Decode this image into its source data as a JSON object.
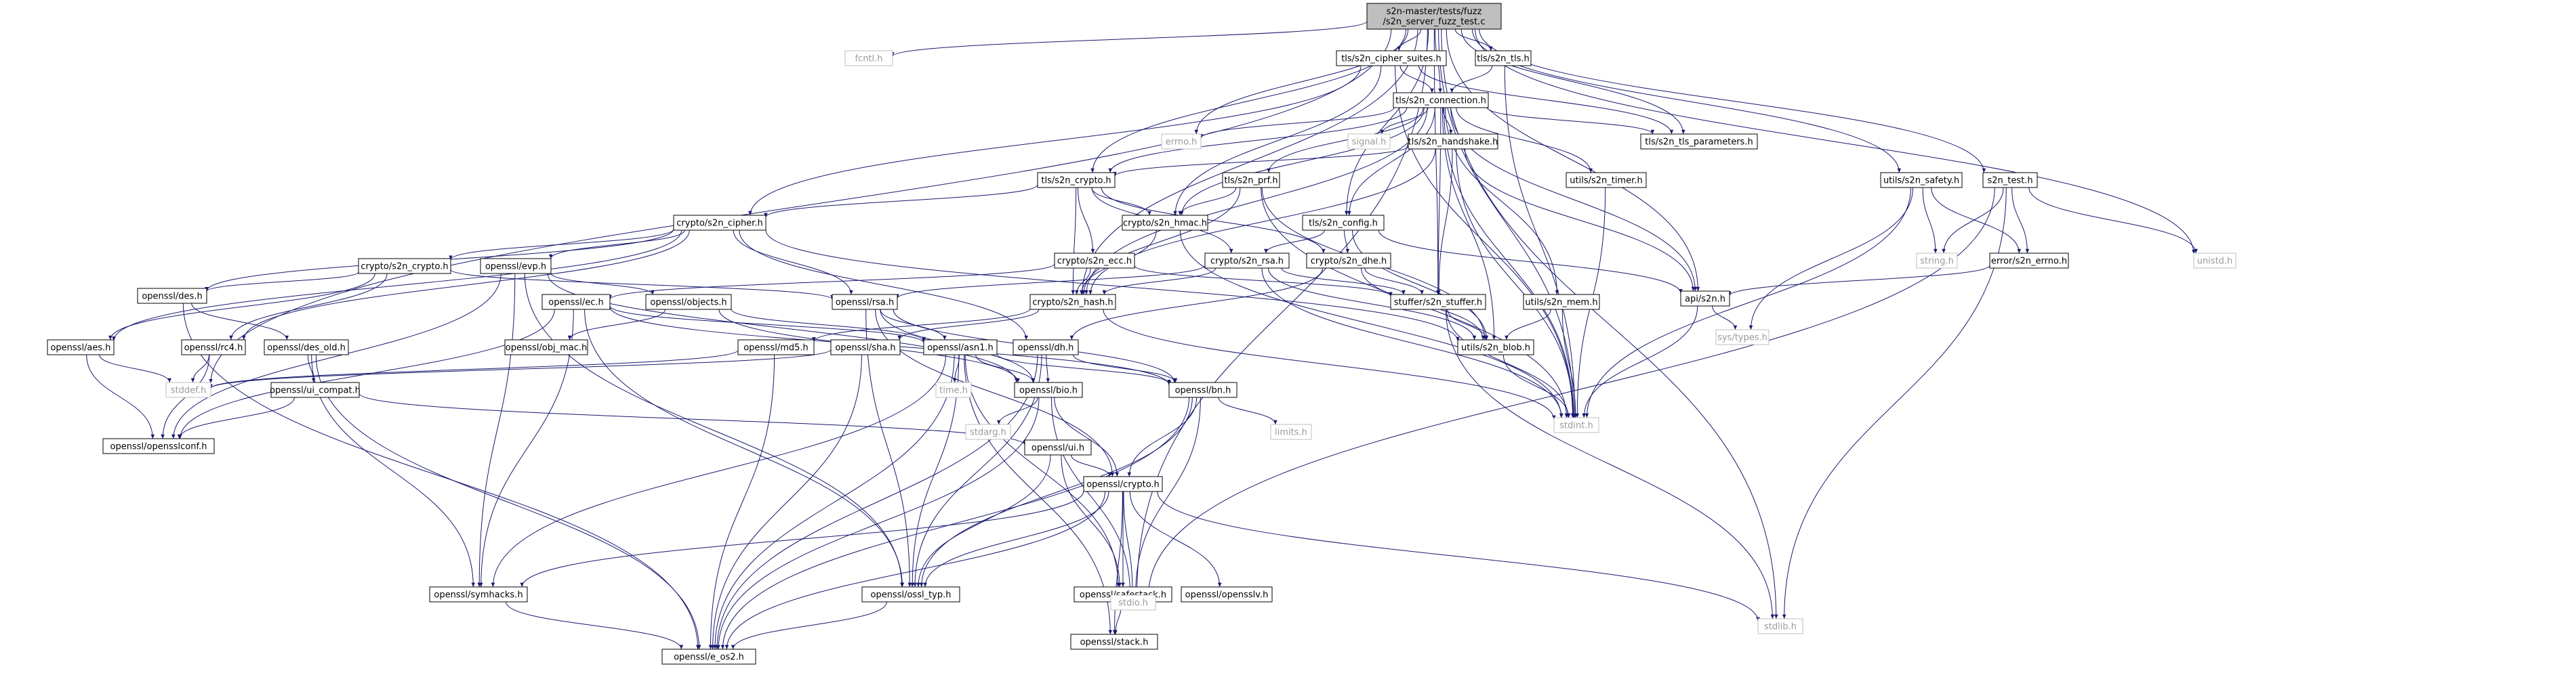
{
  "colors": {
    "edge": "#191970",
    "node_border": "#000000",
    "node_fill": "#ffffff",
    "root_fill": "#bfbfbf",
    "system_border": "#bfbfbf",
    "system_text": "#9a9a9a"
  },
  "nodes": [
    {
      "id": "root",
      "label": "s2n-master/tests/fuzz\n/s2n_server_fuzz_test.c",
      "kind": "root"
    },
    {
      "id": "fcntl",
      "label": "fcntl.h",
      "kind": "system"
    },
    {
      "id": "cipher_suites",
      "label": "tls/s2n_cipher_suites.h",
      "kind": "file"
    },
    {
      "id": "tls_h",
      "label": "tls/s2n_tls.h",
      "kind": "file"
    },
    {
      "id": "connection",
      "label": "tls/s2n_connection.h",
      "kind": "file"
    },
    {
      "id": "errno",
      "label": "errno.h",
      "kind": "system"
    },
    {
      "id": "signal",
      "label": "signal.h",
      "kind": "system"
    },
    {
      "id": "handshake",
      "label": "tls/s2n_handshake.h",
      "kind": "file"
    },
    {
      "id": "tls_params",
      "label": "tls/s2n_tls_parameters.h",
      "kind": "file"
    },
    {
      "id": "tls_crypto",
      "label": "tls/s2n_crypto.h",
      "kind": "file"
    },
    {
      "id": "prf",
      "label": "tls/s2n_prf.h",
      "kind": "file"
    },
    {
      "id": "timer",
      "label": "utils/s2n_timer.h",
      "kind": "file"
    },
    {
      "id": "safety",
      "label": "utils/s2n_safety.h",
      "kind": "file"
    },
    {
      "id": "s2n_test",
      "label": "s2n_test.h",
      "kind": "file"
    },
    {
      "id": "crypto_cipher",
      "label": "crypto/s2n_cipher.h",
      "kind": "file"
    },
    {
      "id": "hmac",
      "label": "crypto/s2n_hmac.h",
      "kind": "file"
    },
    {
      "id": "config",
      "label": "tls/s2n_config.h",
      "kind": "file"
    },
    {
      "id": "string",
      "label": "string.h",
      "kind": "system"
    },
    {
      "id": "error_errno",
      "label": "error/s2n_errno.h",
      "kind": "file"
    },
    {
      "id": "unistd",
      "label": "unistd.h",
      "kind": "system"
    },
    {
      "id": "crypto_crypto",
      "label": "crypto/s2n_crypto.h",
      "kind": "file"
    },
    {
      "id": "evp",
      "label": "openssl/evp.h",
      "kind": "file"
    },
    {
      "id": "ecc",
      "label": "crypto/s2n_ecc.h",
      "kind": "file"
    },
    {
      "id": "crypto_rsa",
      "label": "crypto/s2n_rsa.h",
      "kind": "file"
    },
    {
      "id": "crypto_dhe",
      "label": "crypto/s2n_dhe.h",
      "kind": "file"
    },
    {
      "id": "api_s2n",
      "label": "api/s2n.h",
      "kind": "file"
    },
    {
      "id": "des",
      "label": "openssl/des.h",
      "kind": "file"
    },
    {
      "id": "objects",
      "label": "openssl/objects.h",
      "kind": "file"
    },
    {
      "id": "ec",
      "label": "openssl/ec.h",
      "kind": "file"
    },
    {
      "id": "ossl_rsa",
      "label": "openssl/rsa.h",
      "kind": "file"
    },
    {
      "id": "hash",
      "label": "crypto/s2n_hash.h",
      "kind": "file"
    },
    {
      "id": "stuffer",
      "label": "stuffer/s2n_stuffer.h",
      "kind": "file"
    },
    {
      "id": "mem",
      "label": "utils/s2n_mem.h",
      "kind": "file"
    },
    {
      "id": "systypes",
      "label": "sys/types.h",
      "kind": "system"
    },
    {
      "id": "aes",
      "label": "openssl/aes.h",
      "kind": "file"
    },
    {
      "id": "des_old",
      "label": "openssl/des_old.h",
      "kind": "file"
    },
    {
      "id": "rc4",
      "label": "openssl/rc4.h",
      "kind": "file"
    },
    {
      "id": "obj_mac",
      "label": "openssl/obj_mac.h",
      "kind": "file"
    },
    {
      "id": "md5",
      "label": "openssl/md5.h",
      "kind": "file"
    },
    {
      "id": "sha",
      "label": "openssl/sha.h",
      "kind": "file"
    },
    {
      "id": "asn1",
      "label": "openssl/asn1.h",
      "kind": "file"
    },
    {
      "id": "dh",
      "label": "openssl/dh.h",
      "kind": "file"
    },
    {
      "id": "blob",
      "label": "utils/s2n_blob.h",
      "kind": "file"
    },
    {
      "id": "stddef",
      "label": "stddef.h",
      "kind": "system"
    },
    {
      "id": "ui_compat",
      "label": "openssl/ui_compat.h",
      "kind": "file"
    },
    {
      "id": "time",
      "label": "time.h",
      "kind": "system"
    },
    {
      "id": "bio",
      "label": "openssl/bio.h",
      "kind": "file"
    },
    {
      "id": "bn",
      "label": "openssl/bn.h",
      "kind": "file"
    },
    {
      "id": "stdint",
      "label": "stdint.h",
      "kind": "system"
    },
    {
      "id": "opensslconf",
      "label": "openssl/opensslconf.h",
      "kind": "file"
    },
    {
      "id": "stdarg",
      "label": "stdarg.h",
      "kind": "system"
    },
    {
      "id": "ui",
      "label": "openssl/ui.h",
      "kind": "file"
    },
    {
      "id": "limits",
      "label": "limits.h",
      "kind": "system"
    },
    {
      "id": "ossl_crypto",
      "label": "openssl/crypto.h",
      "kind": "file"
    },
    {
      "id": "symhacks",
      "label": "openssl/symhacks.h",
      "kind": "file"
    },
    {
      "id": "ossl_typ",
      "label": "openssl/ossl_typ.h",
      "kind": "file"
    },
    {
      "id": "safestack",
      "label": "openssl/safestack.h",
      "kind": "file"
    },
    {
      "id": "opensslv",
      "label": "openssl/opensslv.h",
      "kind": "file"
    },
    {
      "id": "stdio",
      "label": "stdio.h",
      "kind": "system"
    },
    {
      "id": "stdlib",
      "label": "stdlib.h",
      "kind": "system"
    },
    {
      "id": "e_os2",
      "label": "openssl/e_os2.h",
      "kind": "file"
    },
    {
      "id": "stack",
      "label": "openssl/stack.h",
      "kind": "file"
    }
  ],
  "edges": [
    [
      "root",
      "fcntl"
    ],
    [
      "root",
      "cipher_suites"
    ],
    [
      "root",
      "tls_h"
    ],
    [
      "root",
      "connection"
    ],
    [
      "root",
      "errno"
    ],
    [
      "root",
      "tls_params"
    ],
    [
      "root",
      "tls_crypto"
    ],
    [
      "root",
      "safety"
    ],
    [
      "root",
      "s2n_test"
    ],
    [
      "root",
      "config"
    ],
    [
      "root",
      "api_s2n"
    ],
    [
      "root",
      "hash"
    ],
    [
      "root",
      "stuffer"
    ],
    [
      "root",
      "unistd"
    ],
    [
      "root",
      "stdint"
    ],
    [
      "root",
      "stddef"
    ],
    [
      "root",
      "stdio"
    ],
    [
      "root",
      "stdlib"
    ],
    [
      "cipher_suites",
      "connection"
    ],
    [
      "cipher_suites",
      "tls_params"
    ],
    [
      "cipher_suites",
      "crypto_cipher"
    ],
    [
      "cipher_suites",
      "hmac"
    ],
    [
      "cipher_suites",
      "stdint"
    ],
    [
      "tls_h",
      "connection"
    ],
    [
      "tls_h",
      "stdint"
    ],
    [
      "connection",
      "errno"
    ],
    [
      "connection",
      "signal"
    ],
    [
      "connection",
      "handshake"
    ],
    [
      "connection",
      "tls_params"
    ],
    [
      "connection",
      "tls_crypto"
    ],
    [
      "connection",
      "prf"
    ],
    [
      "connection",
      "timer"
    ],
    [
      "connection",
      "hmac"
    ],
    [
      "connection",
      "config"
    ],
    [
      "connection",
      "hash"
    ],
    [
      "connection",
      "stuffer"
    ],
    [
      "connection",
      "mem"
    ],
    [
      "connection",
      "api_s2n"
    ],
    [
      "connection",
      "blob"
    ],
    [
      "connection",
      "stdint"
    ],
    [
      "handshake",
      "tls_crypto"
    ],
    [
      "handshake",
      "hash"
    ],
    [
      "handshake",
      "stuffer"
    ],
    [
      "handshake",
      "api_s2n"
    ],
    [
      "handshake",
      "stdint"
    ],
    [
      "tls_crypto",
      "crypto_cipher"
    ],
    [
      "tls_crypto",
      "hmac"
    ],
    [
      "tls_crypto",
      "ecc"
    ],
    [
      "tls_crypto",
      "crypto_rsa"
    ],
    [
      "tls_crypto",
      "crypto_dhe"
    ],
    [
      "tls_crypto",
      "hash"
    ],
    [
      "prf",
      "hmac"
    ],
    [
      "prf",
      "hash"
    ],
    [
      "prf",
      "blob"
    ],
    [
      "prf",
      "stdint"
    ],
    [
      "timer",
      "stdint"
    ],
    [
      "safety",
      "error_errno"
    ],
    [
      "safety",
      "systypes"
    ],
    [
      "safety",
      "string"
    ],
    [
      "safety",
      "stdint"
    ],
    [
      "s2n_test",
      "error_errno"
    ],
    [
      "s2n_test",
      "string"
    ],
    [
      "s2n_test",
      "unistd"
    ],
    [
      "s2n_test",
      "stdlib"
    ],
    [
      "s2n_test",
      "stdio"
    ],
    [
      "crypto_cipher",
      "crypto_crypto"
    ],
    [
      "crypto_cipher",
      "evp"
    ],
    [
      "crypto_cipher",
      "aes"
    ],
    [
      "crypto_cipher",
      "rc4"
    ],
    [
      "crypto_cipher",
      "des"
    ],
    [
      "crypto_cipher",
      "ossl_rsa"
    ],
    [
      "crypto_cipher",
      "dh"
    ],
    [
      "crypto_cipher",
      "blob"
    ],
    [
      "hmac",
      "hash"
    ],
    [
      "hmac",
      "stdint"
    ],
    [
      "config",
      "crypto_rsa"
    ],
    [
      "config",
      "crypto_dhe"
    ],
    [
      "config",
      "api_s2n"
    ],
    [
      "config",
      "blob"
    ],
    [
      "error_errno",
      "api_s2n"
    ],
    [
      "crypto_crypto",
      "ossl_rsa"
    ],
    [
      "crypto_crypto",
      "aes"
    ],
    [
      "crypto_crypto",
      "rc4"
    ],
    [
      "crypto_crypto",
      "des"
    ],
    [
      "evp",
      "objects"
    ],
    [
      "evp",
      "bio"
    ],
    [
      "evp",
      "ossl_typ"
    ],
    [
      "evp",
      "opensslconf"
    ],
    [
      "evp",
      "symhacks"
    ],
    [
      "ecc",
      "ec"
    ],
    [
      "ecc",
      "hash"
    ],
    [
      "ecc",
      "stuffer"
    ],
    [
      "crypto_rsa",
      "ossl_rsa"
    ],
    [
      "crypto_rsa",
      "hash"
    ],
    [
      "crypto_rsa",
      "stuffer"
    ],
    [
      "crypto_rsa",
      "blob"
    ],
    [
      "crypto_rsa",
      "stdint"
    ],
    [
      "crypto_dhe",
      "dh"
    ],
    [
      "crypto_dhe",
      "stuffer"
    ],
    [
      "crypto_dhe",
      "blob"
    ],
    [
      "api_s2n",
      "systypes"
    ],
    [
      "api_s2n",
      "stdint"
    ],
    [
      "des",
      "des_old"
    ],
    [
      "des",
      "e_os2"
    ],
    [
      "objects",
      "obj_mac"
    ],
    [
      "objects",
      "asn1"
    ],
    [
      "objects",
      "bio"
    ],
    [
      "ec",
      "asn1"
    ],
    [
      "ec",
      "bn"
    ],
    [
      "ec",
      "symhacks"
    ],
    [
      "ec",
      "ossl_typ"
    ],
    [
      "ec",
      "opensslconf"
    ],
    [
      "ossl_rsa",
      "asn1"
    ],
    [
      "ossl_rsa",
      "bio"
    ],
    [
      "ossl_rsa",
      "bn"
    ],
    [
      "ossl_rsa",
      "ossl_crypto"
    ],
    [
      "ossl_rsa",
      "ossl_typ"
    ],
    [
      "hash",
      "md5"
    ],
    [
      "hash",
      "sha"
    ],
    [
      "hash",
      "stdint"
    ],
    [
      "stuffer",
      "blob"
    ],
    [
      "stuffer",
      "stdint"
    ],
    [
      "stuffer",
      "stdlib"
    ],
    [
      "mem",
      "blob"
    ],
    [
      "mem",
      "stdint"
    ],
    [
      "aes",
      "stddef"
    ],
    [
      "aes",
      "opensslconf"
    ],
    [
      "des_old",
      "ui_compat"
    ],
    [
      "des_old",
      "symhacks"
    ],
    [
      "des_old",
      "e_os2"
    ],
    [
      "rc4",
      "stddef"
    ],
    [
      "rc4",
      "opensslconf"
    ],
    [
      "md5",
      "stddef"
    ],
    [
      "md5",
      "e_os2"
    ],
    [
      "sha",
      "stddef"
    ],
    [
      "sha",
      "e_os2"
    ],
    [
      "asn1",
      "time"
    ],
    [
      "asn1",
      "bio"
    ],
    [
      "asn1",
      "bn"
    ],
    [
      "asn1",
      "stack"
    ],
    [
      "asn1",
      "safestack"
    ],
    [
      "asn1",
      "symhacks"
    ],
    [
      "asn1",
      "ossl_typ"
    ],
    [
      "asn1",
      "e_os2"
    ],
    [
      "dh",
      "bio"
    ],
    [
      "dh",
      "bn"
    ],
    [
      "dh",
      "ossl_typ"
    ],
    [
      "dh",
      "e_os2"
    ],
    [
      "blob",
      "stdint"
    ],
    [
      "ui_compat",
      "opensslconf"
    ],
    [
      "ui_compat",
      "ui"
    ],
    [
      "bio",
      "stdarg"
    ],
    [
      "bio",
      "stdio"
    ],
    [
      "bio",
      "ossl_crypto"
    ],
    [
      "bio",
      "e_os2"
    ],
    [
      "bn",
      "limits"
    ],
    [
      "bn",
      "stdio"
    ],
    [
      "bn",
      "ossl_typ"
    ],
    [
      "bn",
      "ossl_crypto"
    ],
    [
      "bn",
      "e_os2"
    ],
    [
      "ui",
      "ossl_crypto"
    ],
    [
      "ui",
      "safestack"
    ],
    [
      "ui",
      "ossl_typ"
    ],
    [
      "ossl_crypto",
      "stdlib"
    ],
    [
      "ossl_crypto",
      "stdio"
    ],
    [
      "ossl_crypto",
      "stack"
    ],
    [
      "ossl_crypto",
      "safestack"
    ],
    [
      "ossl_crypto",
      "opensslv"
    ],
    [
      "ossl_crypto",
      "ossl_typ"
    ],
    [
      "ossl_crypto",
      "symhacks"
    ],
    [
      "ossl_crypto",
      "e_os2"
    ],
    [
      "ossl_typ",
      "e_os2"
    ],
    [
      "symhacks",
      "e_os2"
    ],
    [
      "safestack",
      "stack"
    ]
  ]
}
